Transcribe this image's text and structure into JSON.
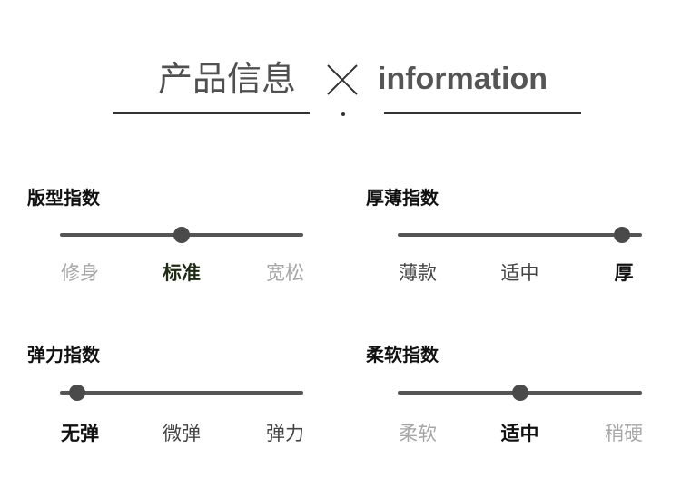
{
  "header": {
    "title_cn": "产品信息",
    "separator": "×",
    "title_en": "information"
  },
  "indices": [
    {
      "title": "版型指数",
      "options": [
        "修身",
        "标准",
        "宽松"
      ],
      "selected_position": 0.5,
      "label_colors": [
        "#a6a6a6",
        "#1f2a15",
        "#a6a6a6"
      ]
    },
    {
      "title": "厚薄指数",
      "options": [
        "薄款",
        "适中",
        "厚"
      ],
      "selected_position": 0.92,
      "label_colors": [
        "#444444",
        "#444444",
        "#111111"
      ]
    },
    {
      "title": "弹力指数",
      "options": [
        "无弹",
        "微弹",
        "弹力"
      ],
      "selected_position": 0.07,
      "label_colors": [
        "#111111",
        "#444444",
        "#444444"
      ]
    },
    {
      "title": "柔软指数",
      "options": [
        "柔软",
        "适中",
        "稍硬"
      ],
      "selected_position": 0.5,
      "label_colors": [
        "#a6a6a6",
        "#111111",
        "#a6a6a6"
      ]
    }
  ]
}
